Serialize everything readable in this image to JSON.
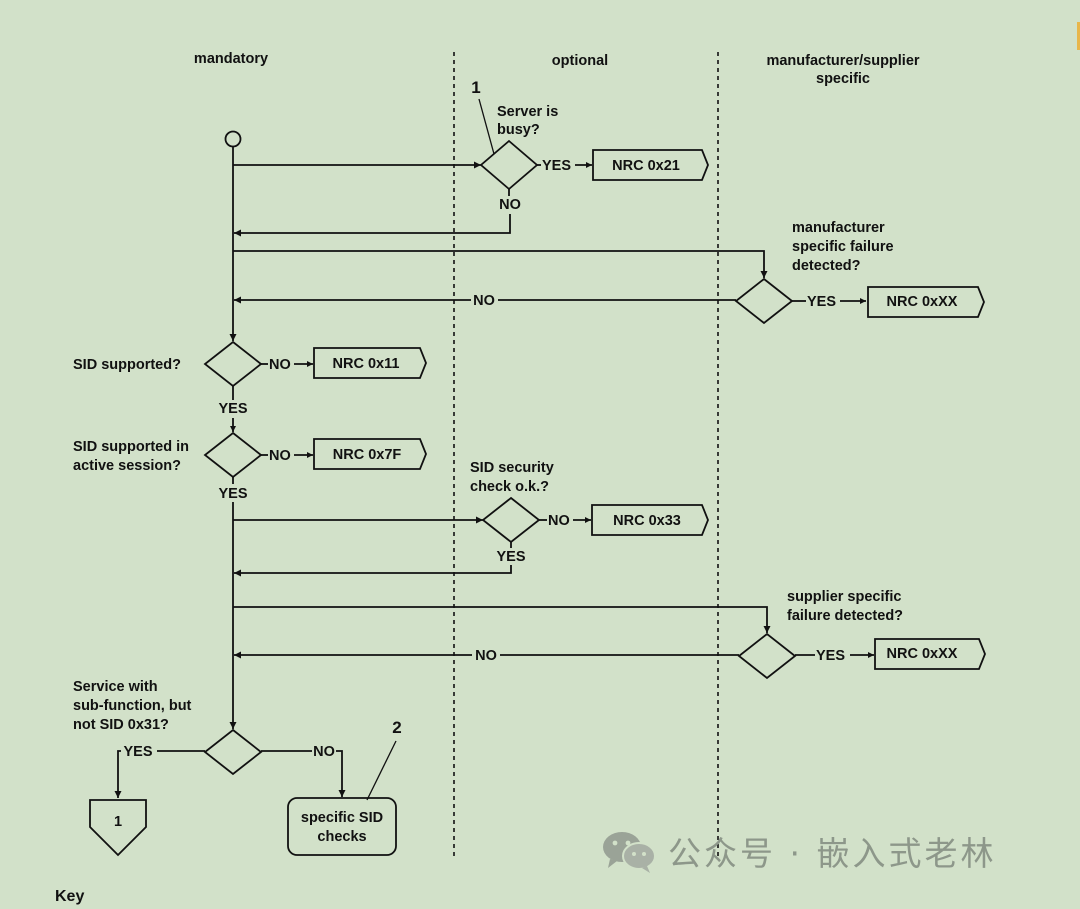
{
  "columns": {
    "mandatory": "mandatory",
    "optional": "optional",
    "manufacturer_line1": "manufacturer/supplier",
    "manufacturer_line2": "specific"
  },
  "callouts": {
    "c1": "1",
    "c2": "2"
  },
  "decisions": {
    "server_busy": [
      "Server is",
      "busy?"
    ],
    "manufacturer_failure": [
      "manufacturer",
      "specific failure",
      "detected?"
    ],
    "sid_supported": [
      "SID supported?"
    ],
    "sid_active_session": [
      "SID supported in",
      "active session?"
    ],
    "sid_security": [
      "SID security",
      "check o.k.?"
    ],
    "supplier_failure": [
      "supplier specific",
      "failure detected?"
    ],
    "subfunction": [
      "Service with",
      "sub-function, but",
      "not SID 0x31?"
    ]
  },
  "edges": {
    "yes": "YES",
    "no": "NO"
  },
  "nrc_boxes": {
    "nrc_21": "NRC 0x21",
    "nrc_xx_manufacturer": "NRC 0xXX",
    "nrc_11": "NRC 0x11",
    "nrc_7f": "NRC 0x7F",
    "nrc_33": "NRC 0x33",
    "nrc_xx_supplier": "NRC 0xXX"
  },
  "connector": {
    "label": "1"
  },
  "specific_checks": [
    "specific SID",
    "checks"
  ],
  "key_label": "Key",
  "watermark": {
    "text": "公众号 · 嵌入式老林",
    "icon": "wechat-icon"
  },
  "colors": {
    "background": "#d2e1c9",
    "stroke": "#111111",
    "watermark": "#8a9487"
  }
}
